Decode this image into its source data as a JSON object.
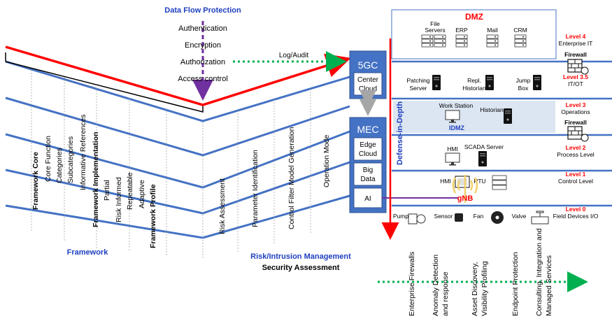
{
  "top_title": "Data Flow Protection",
  "security_functions": [
    "Authentication",
    "Encryption",
    "Authorization",
    "Access control"
  ],
  "log_label": "Log/Audit",
  "framework": {
    "label": "Framework",
    "core_title": "Framework Core",
    "core_items": [
      "Core Function",
      "Categories",
      "Subcategories",
      "Informative References"
    ],
    "impl_title": "Framework Implementation",
    "impl_items": [
      "Partial",
      "Risk Informed",
      "Repeatable",
      "Adaptive"
    ],
    "profile_title": "Framework Profile"
  },
  "risk": {
    "label": "Risk/Intrusion Management",
    "sublabel": "Security Assessment",
    "items": [
      "Risk Assessment",
      "Parameter Identification",
      "Control Filter Model Generation",
      "Operation Mode"
    ]
  },
  "core5g": {
    "title": "5GC",
    "center_cloud": "Center Cloud",
    "mec_title": "MEC",
    "edge_cloud": "Edge Cloud",
    "big_data": "Big Data",
    "ai": "AI"
  },
  "defense_label": "Defense-in-Depth",
  "dmz": {
    "title": "DMZ",
    "servers": [
      "File Servers",
      "ERP",
      "Mail",
      "CRM"
    ]
  },
  "level35_devices": [
    "Patching Server",
    "Repl. Historian",
    "Jump Box"
  ],
  "idmz": {
    "label": "IDMZ",
    "devices": [
      "Work Station",
      "Historian"
    ]
  },
  "level2_devices": [
    "HMI",
    "SCADA Server"
  ],
  "level1_devices": [
    "HMI",
    "RTU"
  ],
  "gnb_label": "gNB",
  "level0_devices": [
    "Pump",
    "Sensor",
    "Fan",
    "Valve"
  ],
  "levels": [
    {
      "id": "Level 4",
      "name": "Enterprise IT"
    },
    {
      "id": "Level 3.5",
      "name": "IT/OT"
    },
    {
      "id": "Level 3",
      "name": "Operations"
    },
    {
      "id": "Level 2",
      "name": "Process Level"
    },
    {
      "id": "Level 1",
      "name": "Control Level"
    },
    {
      "id": "Level 0",
      "name": "Field Devices I/O"
    }
  ],
  "firewall_label": "Firewall",
  "services": [
    "Enterprise Firewalls",
    "Anomaly Detection and response",
    "Asset Discovery, Visibility Profiling",
    "Endpoint Protection",
    "Consulting, Integration and Managed Services"
  ],
  "colors": {
    "blue_line": "#4472C4",
    "red": "#FF0000",
    "dark_blue": "#1F3FBF",
    "purple": "#7030A0",
    "green": "#00B050",
    "box_fill": "#4472C4"
  }
}
